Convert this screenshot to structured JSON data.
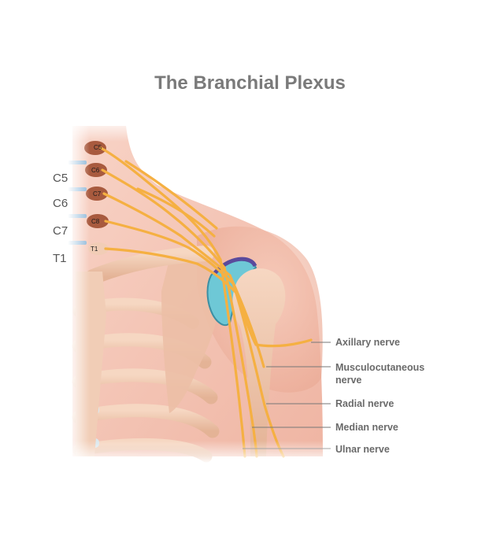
{
  "title": "The Branchial Plexus",
  "side_labels": [
    "C5",
    "C6",
    "C7",
    "T1"
  ],
  "vertebra_labels": [
    "C5",
    "C6",
    "C7",
    "C8",
    "T1"
  ],
  "nerves": [
    {
      "label": "Axillary nerve"
    },
    {
      "label": "Musculocutaneous nerve",
      "line1": "Musculocutaneous",
      "line2": "nerve"
    },
    {
      "label": "Radial nerve"
    },
    {
      "label": "Median nerve"
    },
    {
      "label": "Ulnar nerve"
    }
  ],
  "colors": {
    "nerve": "#f5b042",
    "skin": "#f4c2b3",
    "bone": "#f0c7ad",
    "vertebra": "#a85a3e",
    "cartilage": "#6ec8d6",
    "capsule": "#5a4a9c",
    "title": "#7a7a7a"
  }
}
